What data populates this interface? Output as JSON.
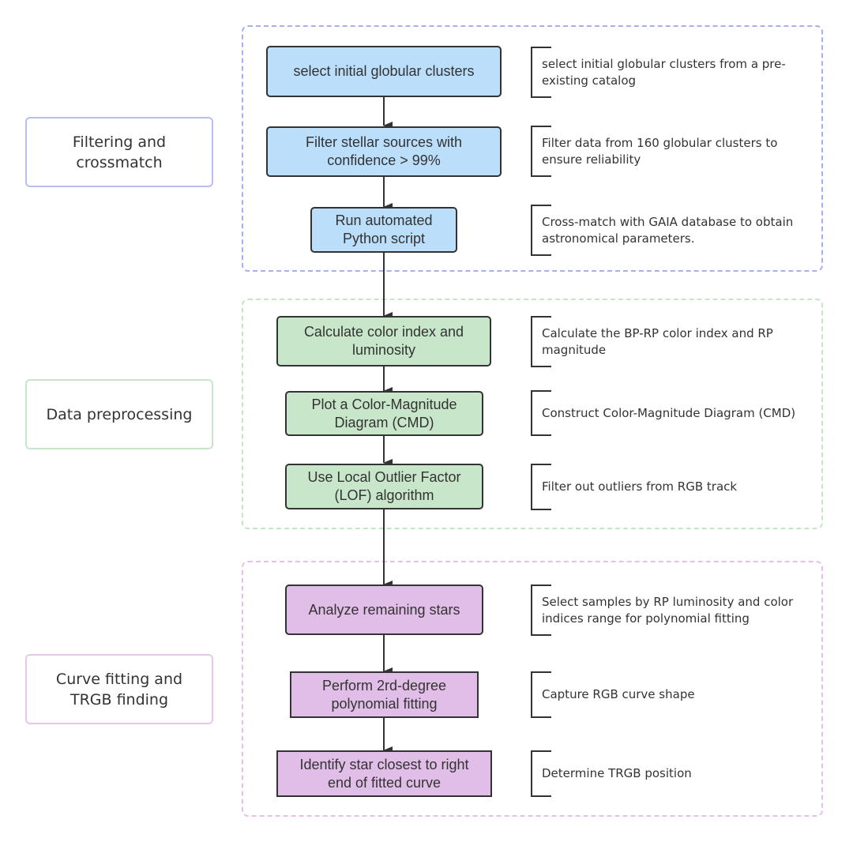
{
  "colors": {
    "blue_fill": "#bbdefb",
    "green_fill": "#c8e6c9",
    "purple_fill": "#e1bee7",
    "blue_frame": "#a9aef0",
    "green_frame": "#c3e6c6",
    "purple_frame": "#e6bfe9",
    "stroke": "#333333"
  },
  "stages": [
    {
      "label": "Filtering and crossmatch",
      "steps": [
        {
          "label": "select initial globular clusters",
          "note": "select initial globular clusters from a pre-existing catalog"
        },
        {
          "label": "Filter stellar sources with confidence > 99%",
          "note": "Filter data from 160 globular clusters to ensure reliability"
        },
        {
          "label": "Run automated Python script",
          "note": "Cross-match with GAIA database to obtain astronomical parameters."
        }
      ]
    },
    {
      "label": "Data preprocessing",
      "steps": [
        {
          "label": "Calculate color index and luminosity",
          "note": "Calculate the BP-RP color index and RP magnitude"
        },
        {
          "label": "Plot a Color-Magnitude Diagram (CMD)",
          "note": "Construct Color-Magnitude Diagram (CMD)"
        },
        {
          "label": "Use Local Outlier Factor (LOF) algorithm",
          "note": "Filter out outliers from RGB track"
        }
      ]
    },
    {
      "label": "Curve fitting and TRGB finding",
      "steps": [
        {
          "label": "Analyze remaining stars",
          "note": "Select samples by RP luminosity and color indices range for polynomial fitting"
        },
        {
          "label": "Perform 2rd-degree polynomial fitting",
          "note": "Capture RGB curve shape"
        },
        {
          "label": "Identify star closest to right end of fitted curve",
          "note": "Determine TRGB position"
        }
      ]
    }
  ]
}
